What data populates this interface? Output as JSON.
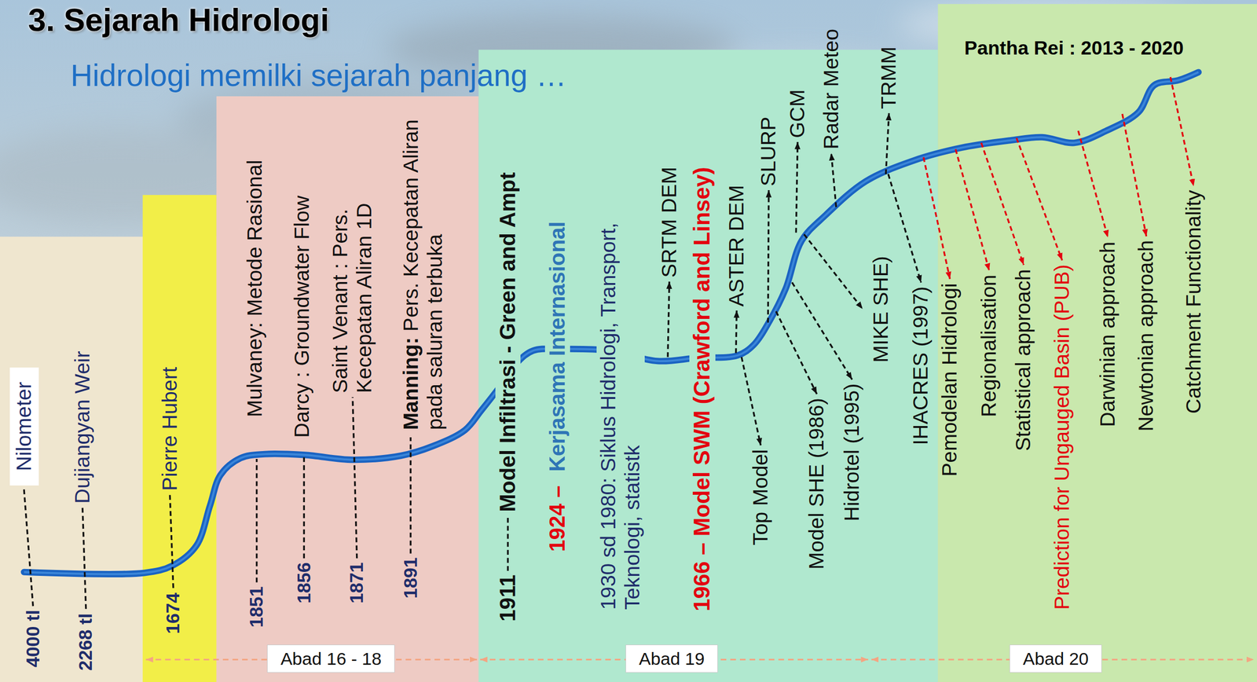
{
  "diagram": {
    "title": "3. Sejarah Hidrologi",
    "nodes": [
      {
        "text": [
          "Nilometer"
        ]
      },
      {
        "text": [
          "Abad 16 - 18"
        ]
      },
      {
        "text": [
          "Abad 19"
        ]
      },
      {
        "text": [
          "Abad 20"
        ]
      }
    ],
    "labels": [
      "Hidrologi memilki sejarah panjang …",
      "4000 tl",
      "Dujiangyan Weir",
      "2268 tl",
      "Pierre Hubert",
      "1674",
      "Mulvaney: Metode Rasional",
      "1851",
      "Darcy : Groundwater Flow",
      "1856",
      "Saint Venant : Pers. Kecepatan Aliran 1D",
      "1871",
      "Manning: Pers. Kecepatan Aliran pada saluran terbuka",
      "1891",
      "1911",
      "Model Infiltrasi - Green and Ampt",
      "1924 –",
      "Kerjasama Internasional",
      "1930 sd 1980: Siklus Hidrologi, Transport, Teknologi, statistk",
      "SRTM DEM",
      "1966 – Model SWM (Crawford and Linsey)",
      "ASTER DEM",
      "Top Model",
      "SLURP",
      "GCM",
      "Model SHE (1986)",
      "Radar Meteo",
      "Hidrotel (1995)",
      "MIKE SHE)",
      "TRMM",
      "IHACRES (1997)",
      "Pantha Rei : 2013 - 2020",
      "Pemodelan Hidrologi",
      "Regionalisation",
      "Statistical approach",
      "Prediction for Ungauged Basin (PUB)",
      "Darwinian approach",
      "Newtonian approach",
      "Catchment Functionality"
    ]
  }
}
